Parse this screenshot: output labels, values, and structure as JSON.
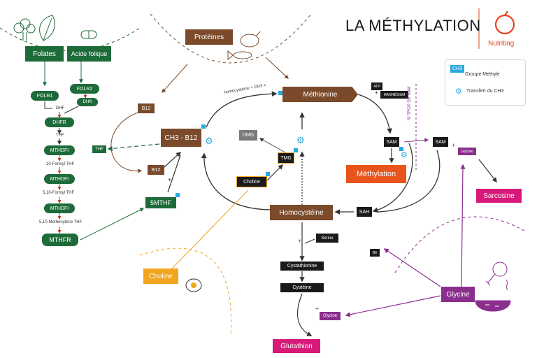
{
  "title": "LA MÉTHYLATION",
  "brand": {
    "name": "Nutriting",
    "color": "#e8431c"
  },
  "colors": {
    "green": "#1e6b3a",
    "brown": "#7a4a2a",
    "dark": "#1a1a1a",
    "orange": "#e8541c",
    "pink": "#d8197a",
    "purple": "#8b2f8f",
    "yellow": "#f2a51f",
    "blue": "#29a9e0"
  },
  "legend": {
    "ch3_tag": "CH3",
    "methyl_group": "Groupe Methyle",
    "transfer": "Transfert du CH3"
  },
  "folate": {
    "folates": "Folates",
    "acide_folique": "Acide folique",
    "folr1": "FOLR1",
    "folr2": "FOLR2",
    "dhr": "DHR",
    "dhf": "DHF",
    "dhfr": "DHFR",
    "thf": "THF",
    "mthdfi_1": "MTHDFI",
    "formyl_thf": "10-Formyl THF",
    "mthdfi_2": "MTHDFI",
    "formyl_thf_2": "5,10-Formyl THF",
    "mthdfi_3": "MTHDFI",
    "methenylene_thf": "5,10-Methenylene THF",
    "mthfr": "MTHFR",
    "thf_tag": "THF"
  },
  "cycle": {
    "proteines": "Protéines",
    "b12_top": "B12",
    "ch3_b12": "CH3 - B12",
    "b12_bottom": "B12",
    "plus": "+",
    "mthf": "5MTHF",
    "methionine": "Méthionine",
    "arrow_label": "homocystéine + CH3 =",
    "atp": "ATP",
    "magnesium": "MAGNÉSIUM",
    "sam": "SAM",
    "sam_2": "SAM",
    "si_trop": "SI TROP DE SAM",
    "glycine_tag": "Glycine",
    "sarcosine": "Sarcosine",
    "methylation": "Méthylation",
    "sah": "SAH",
    "homocysteine": "Homocystéine",
    "dmg": "DMG",
    "tmg": "TMG",
    "choline_small": "Choline",
    "choline": "Choline",
    "serine": "Serine",
    "b6": "B6",
    "cystathionine": "Cystathionine",
    "cysteine": "Cystéine",
    "glycine_tag_2": "Glycine",
    "glutathion": "Glutathion",
    "glycine": "Glycine"
  }
}
